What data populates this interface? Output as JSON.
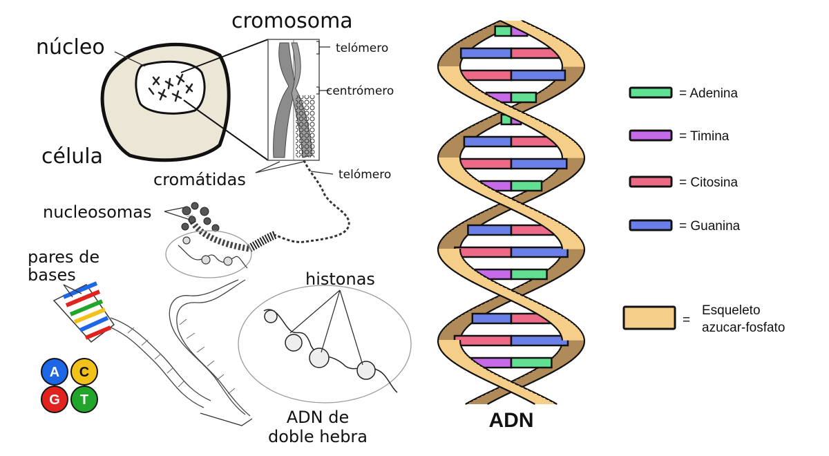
{
  "labels": {
    "nucleus": "núcleo",
    "cell": "célula",
    "chromosome": "cromosoma",
    "telomere_top": "telómero",
    "centromere": "centrómero",
    "telomere_bottom": "telómero",
    "chromatids": "cromátidas",
    "nucleosomes": "nucleosomas",
    "base_pairs_line1": "pares de",
    "base_pairs_line2": "bases",
    "histones": "histonas",
    "dsdna_line1": "ADN de",
    "dsdna_line2": "doble hebra",
    "dna_title": "ADN"
  },
  "bases": [
    {
      "letter": "A",
      "color": "#1d66e6"
    },
    {
      "letter": "C",
      "color": "#f2c21a"
    },
    {
      "letter": "G",
      "color": "#e0231e"
    },
    {
      "letter": "T",
      "color": "#22a52b"
    }
  ],
  "legend": [
    {
      "label": "= Adenina",
      "color": "#5fe092"
    },
    {
      "label": "= Timina",
      "color": "#c56be8"
    },
    {
      "label": "= Citosina",
      "color": "#ec6a86"
    },
    {
      "label": "= Guanina",
      "color": "#6b7fe8"
    }
  ],
  "legend_backbone": {
    "line1": "Esqueleto",
    "line2": "azucar-fosfato",
    "eq": "=",
    "color": "#f5cf8a"
  },
  "colors": {
    "backbone_front": "#f5cf8a",
    "backbone_back": "#b08a58",
    "cell_fill": "#ece6d6",
    "nucleus_fill": "#ffffff",
    "chromosome": "#8c8c8c"
  }
}
